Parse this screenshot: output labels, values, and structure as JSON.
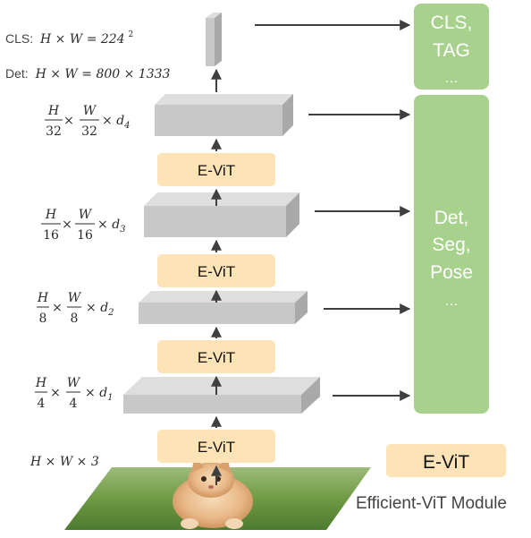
{
  "resolution_notes": {
    "cls": {
      "prefix": "CLS:",
      "expr": "H × W = 224",
      "sup": "2"
    },
    "det": {
      "prefix": "Det:",
      "expr": "H × W = 800 × 1333"
    }
  },
  "stages": [
    {
      "num_h": "H",
      "den_h": "32",
      "num_w": "W",
      "den_w": "32",
      "channel": "d",
      "channel_sub": "4"
    },
    {
      "num_h": "H",
      "den_h": "16",
      "num_w": "W",
      "den_w": "16",
      "channel": "d",
      "channel_sub": "3"
    },
    {
      "num_h": "H",
      "den_h": "8",
      "num_w": "W",
      "den_w": "8",
      "channel": "d",
      "channel_sub": "2"
    },
    {
      "num_h": "H",
      "den_h": "4",
      "num_w": "W",
      "den_w": "4",
      "channel": "d",
      "channel_sub": "1"
    }
  ],
  "input_label": "H × W × 3",
  "evit_blocks": [
    "E-ViT",
    "E-ViT",
    "E-ViT",
    "E-ViT"
  ],
  "outputs": {
    "cls_box": [
      "CLS,",
      "TAG",
      "…"
    ],
    "dense_box": [
      "Det,",
      "Seg,",
      "Pose",
      "…"
    ]
  },
  "legend": {
    "block_label": "E-ViT",
    "caption": "Efficient-ViT Module"
  },
  "colors": {
    "evit_fill": "#fde3b6",
    "green_fill": "#a9d18e",
    "gray_front": "#c8c8c8",
    "gray_top": "#dedede",
    "gray_side": "#a9a9a9",
    "arrow": "#3f3f3f"
  },
  "icons": {
    "input_image": "kitten-photo"
  }
}
